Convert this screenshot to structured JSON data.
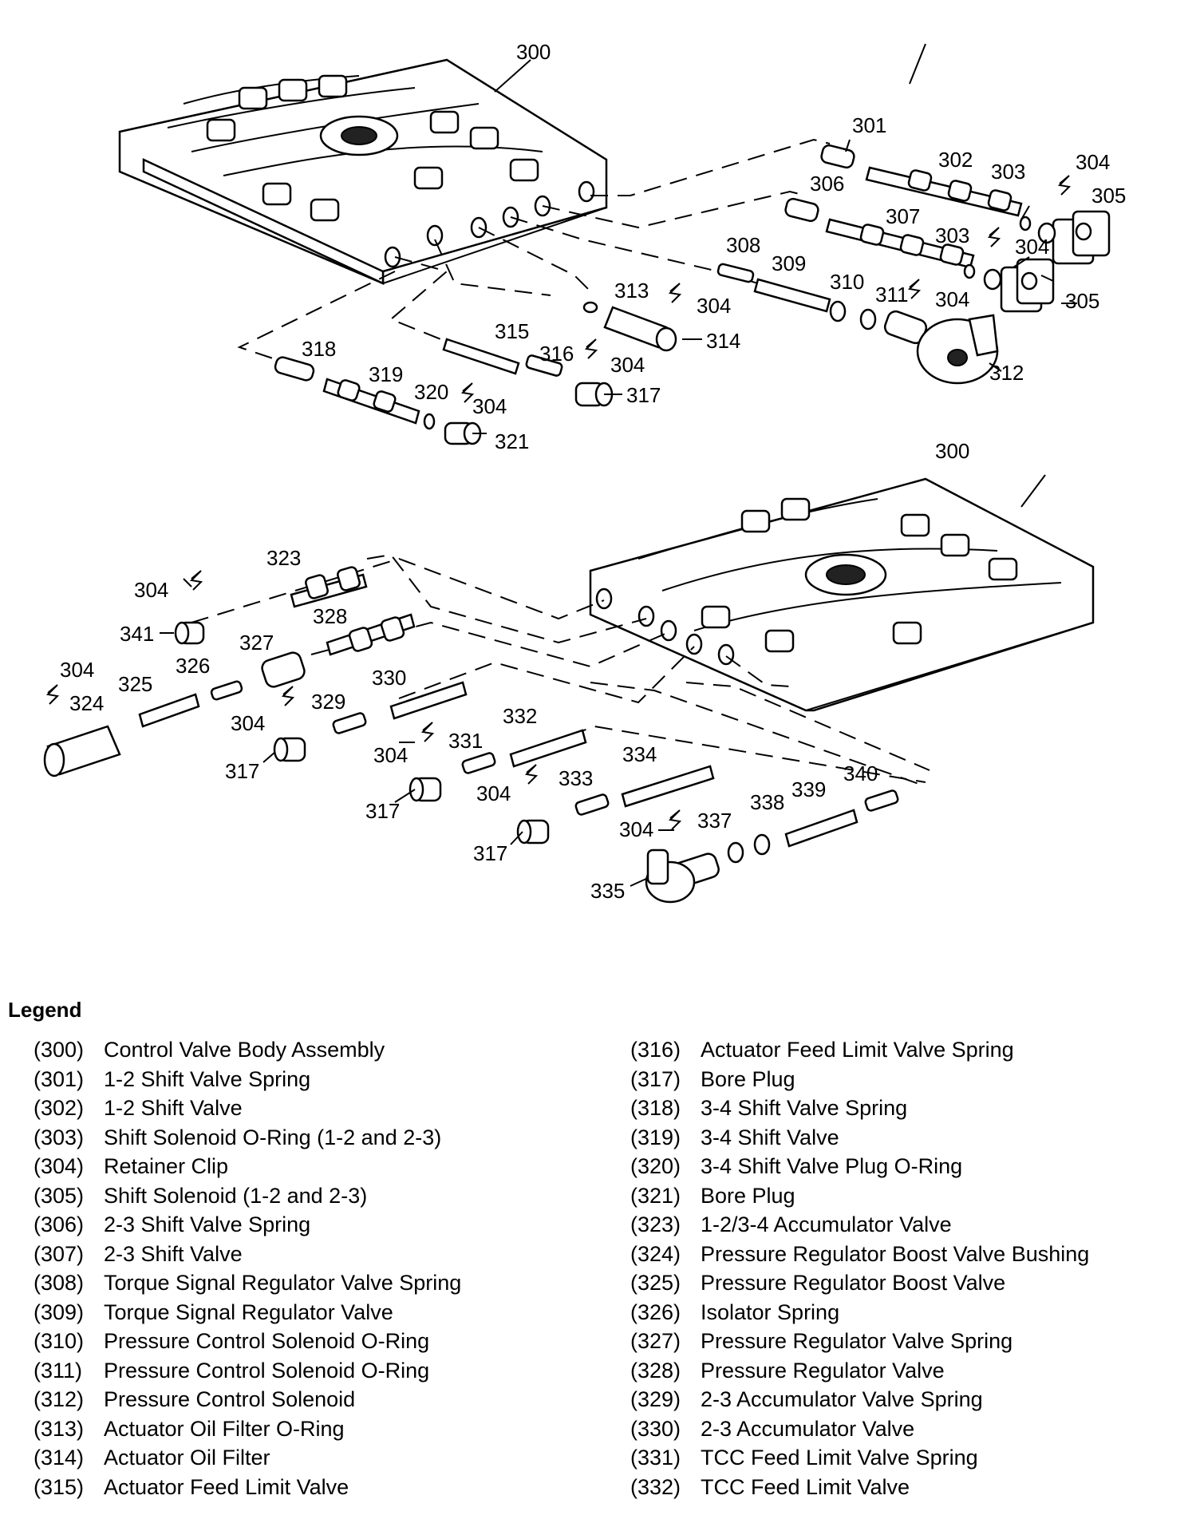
{
  "callouts": [
    "300",
    "301",
    "302",
    "303",
    "304",
    "305",
    "306",
    "307",
    "308",
    "309",
    "310",
    "311",
    "312",
    "313",
    "314",
    "315",
    "316",
    "317",
    "318",
    "319",
    "320",
    "321",
    "323",
    "324",
    "325",
    "326",
    "327",
    "328",
    "329",
    "330",
    "331",
    "332",
    "333",
    "334",
    "335",
    "337",
    "338",
    "339",
    "340",
    "341"
  ],
  "legend": {
    "title": "Legend",
    "left": [
      {
        "code": "(300)",
        "label": "Control Valve Body Assembly"
      },
      {
        "code": "(301)",
        "label": "1-2 Shift Valve Spring"
      },
      {
        "code": "(302)",
        "label": "1-2 Shift Valve"
      },
      {
        "code": "(303)",
        "label": "Shift Solenoid O-Ring (1-2 and 2-3)"
      },
      {
        "code": "(304)",
        "label": "Retainer Clip"
      },
      {
        "code": "(305)",
        "label": "Shift Solenoid (1-2 and 2-3)"
      },
      {
        "code": "(306)",
        "label": "2-3 Shift Valve Spring"
      },
      {
        "code": "(307)",
        "label": "2-3 Shift Valve"
      },
      {
        "code": "(308)",
        "label": "Torque Signal Regulator Valve Spring"
      },
      {
        "code": "(309)",
        "label": "Torque Signal Regulator Valve"
      },
      {
        "code": "(310)",
        "label": "Pressure Control Solenoid O-Ring"
      },
      {
        "code": "(311)",
        "label": "Pressure Control Solenoid O-Ring"
      },
      {
        "code": "(312)",
        "label": "Pressure Control Solenoid"
      },
      {
        "code": "(313)",
        "label": "Actuator Oil Filter O-Ring"
      },
      {
        "code": "(314)",
        "label": "Actuator Oil Filter"
      },
      {
        "code": "(315)",
        "label": "Actuator Feed Limit Valve"
      }
    ],
    "right": [
      {
        "code": "(316)",
        "label": "Actuator Feed Limit Valve Spring"
      },
      {
        "code": "(317)",
        "label": "Bore Plug"
      },
      {
        "code": "(318)",
        "label": "3-4 Shift Valve Spring"
      },
      {
        "code": "(319)",
        "label": "3-4 Shift Valve"
      },
      {
        "code": "(320)",
        "label": "3-4 Shift Valve Plug O-Ring"
      },
      {
        "code": "(321)",
        "label": "Bore Plug"
      },
      {
        "code": "(323)",
        "label": "1-2/3-4 Accumulator Valve"
      },
      {
        "code": "(324)",
        "label": "Pressure Regulator Boost Valve Bushing"
      },
      {
        "code": "(325)",
        "label": "Pressure Regulator Boost Valve"
      },
      {
        "code": "(326)",
        "label": "Isolator Spring"
      },
      {
        "code": "(327)",
        "label": "Pressure Regulator Valve Spring"
      },
      {
        "code": "(328)",
        "label": "Pressure Regulator Valve"
      },
      {
        "code": "(329)",
        "label": "2-3 Accumulator Valve Spring"
      },
      {
        "code": "(330)",
        "label": "2-3 Accumulator Valve"
      },
      {
        "code": "(331)",
        "label": "TCC Feed Limit Valve Spring"
      },
      {
        "code": "(332)",
        "label": "TCC Feed Limit Valve"
      }
    ]
  }
}
